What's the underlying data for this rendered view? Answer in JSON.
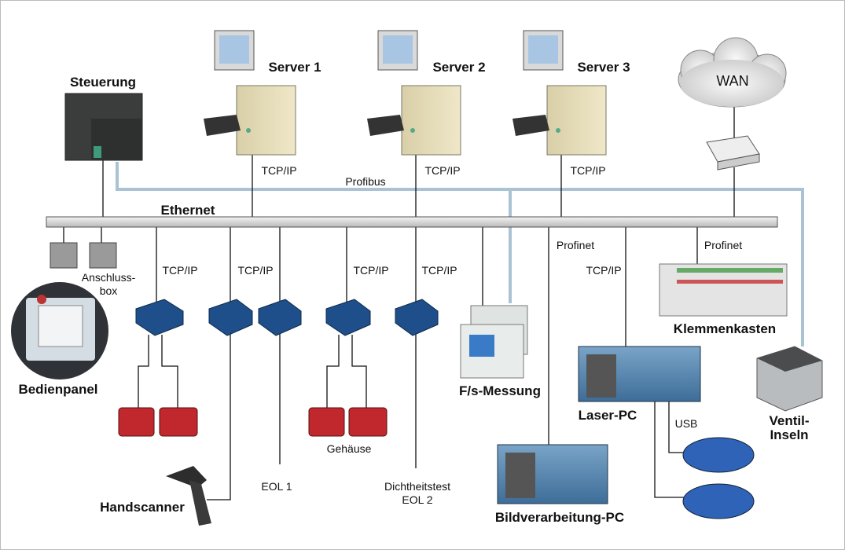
{
  "labels": {
    "steuerung": "Steuerung",
    "server1": "Server 1",
    "server2": "Server 2",
    "server3": "Server 3",
    "wan": "WAN",
    "ethernet": "Ethernet",
    "profibus": "Profibus",
    "tcpip": "TCP/IP",
    "profinet": "Profinet",
    "anschlussbox_1": "Anschluss-",
    "anschlussbox_2": "box",
    "bedienpanel": "Bedienpanel",
    "handscanner": "Handscanner",
    "eol1": "EOL 1",
    "gehaeuse": "Gehäuse",
    "dichtheitstest": "Dichtheitstest",
    "eol2": "EOL 2",
    "fs_messung": "F/s-Messung",
    "bildverarbeitung_pc": "Bildverarbeitung-PC",
    "laser_pc": "Laser-PC",
    "usb": "USB",
    "klemmenkasten": "Klemmenkasten",
    "ventil_1": "Ventil-",
    "ventil_2": "Inseln"
  },
  "colors": {
    "profibus": "#a9c3d4",
    "ethernet_bar": "#d8d8d8",
    "scanner": "#c0282d",
    "moxa": "#1f4f8a",
    "laser_device": "#2f63b8"
  }
}
